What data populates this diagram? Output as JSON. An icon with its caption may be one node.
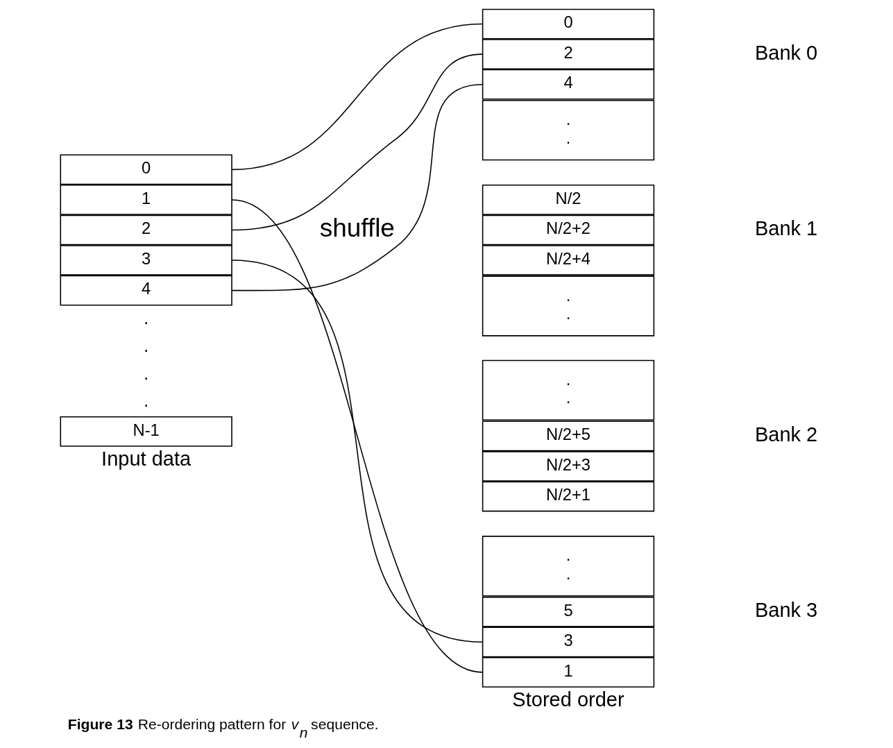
{
  "diagram": {
    "caption": "**Figure 13** Re-ordering pattern for *v*$_{n}$ sequence.",
    "nodes": [
      {
        "text": [
          "0"
        ]
      },
      {
        "text": [
          "1"
        ]
      },
      {
        "text": [
          "2"
        ]
      },
      {
        "text": [
          "3"
        ]
      },
      {
        "text": [
          "4"
        ]
      },
      {
        "text": [
          "N-1"
        ]
      },
      {
        "text": [
          "0"
        ]
      },
      {
        "text": [
          "2"
        ]
      },
      {
        "text": [
          "4"
        ]
      },
      {
        "text": [
          ".",
          "."
        ]
      },
      {
        "text": [
          "N/2"
        ]
      },
      {
        "text": [
          "N/2+2"
        ]
      },
      {
        "text": [
          "N/2+4"
        ]
      },
      {
        "text": [
          ".",
          "."
        ]
      },
      {
        "text": [
          ".",
          "."
        ]
      },
      {
        "text": [
          "N/2+5"
        ]
      },
      {
        "text": [
          "N/2+3"
        ]
      },
      {
        "text": [
          "N/2+1"
        ]
      },
      {
        "text": [
          ".",
          "."
        ]
      },
      {
        "text": [
          "5"
        ]
      },
      {
        "text": [
          "3"
        ]
      },
      {
        "text": [
          "1"
        ]
      }
    ],
    "edges": [
      {
        "from": 0,
        "to": 6,
        "arrow": "none"
      },
      {
        "from": 2,
        "to": 7,
        "arrow": "none"
      },
      {
        "from": 4,
        "to": 8,
        "arrow": "none"
      },
      {
        "from": 1,
        "to": 21,
        "arrow": "none"
      },
      {
        "from": 3,
        "to": 20,
        "arrow": "none"
      }
    ],
    "labels": [
      ".",
      ".",
      ".",
      ".",
      "Bank 0",
      "Bank 1",
      "Bank 2",
      "Bank 3",
      "shuffle",
      "Input data",
      "Stored order"
    ]
  }
}
